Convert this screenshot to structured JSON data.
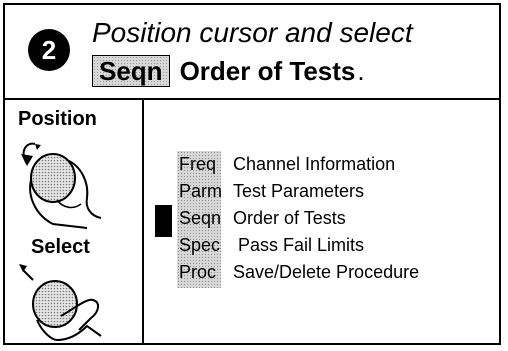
{
  "instruction": {
    "step_number": "2",
    "line1": "Position cursor and select",
    "key": "Seqn",
    "line2": "Order of Tests",
    "trailing": "."
  },
  "controls": {
    "position_label": "Position",
    "select_label": "Select"
  },
  "menu": {
    "selected_index": 2,
    "items": [
      {
        "key": "Freq",
        "label": "Channel Information"
      },
      {
        "key": "Parm",
        "label": "Test Parameters"
      },
      {
        "key": "Seqn",
        "label": "Order of Tests"
      },
      {
        "key": "Spec",
        "label": " Pass Fail Limits"
      },
      {
        "key": "Proc",
        "label": "Save/Delete Procedure"
      }
    ]
  }
}
